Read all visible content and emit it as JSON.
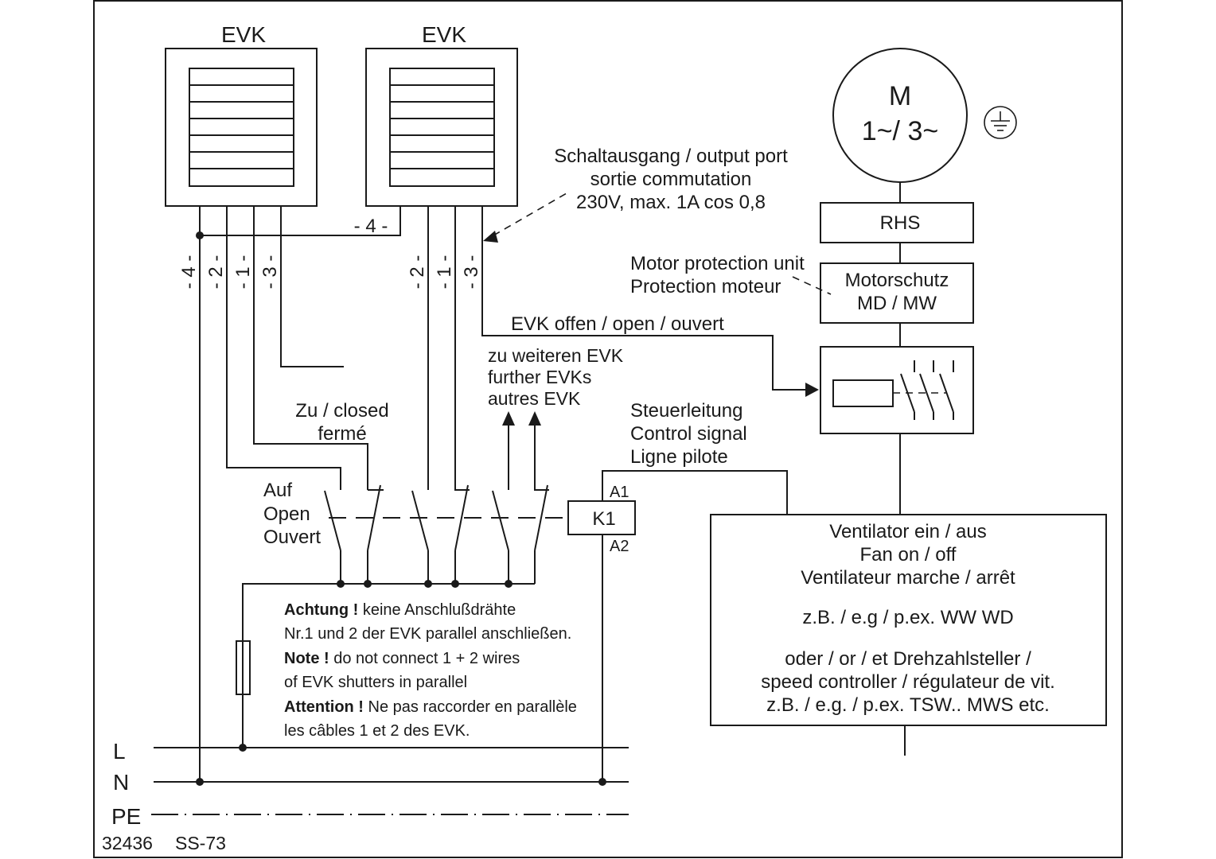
{
  "diagram": {
    "evk_units": [
      {
        "label": "EVK",
        "wire_labels": [
          "- 4 -",
          "- 2 -",
          "- 1 -",
          "- 3 -"
        ]
      },
      {
        "label": "EVK",
        "wire_labels": [
          "- 2 -",
          "- 1 -",
          "- 3 -"
        ]
      }
    ],
    "wire4_label": "- 4 -",
    "output_port": {
      "lines": [
        "Schaltausgang / output port",
        "sortie commutation",
        "230V, max. 1A cos 0,8"
      ]
    },
    "motor": {
      "line1": "M",
      "line2": "1~/ 3~",
      "ground_icon": "protective-earth"
    },
    "rhs": {
      "label": "RHS"
    },
    "motor_protection": {
      "callout": [
        "Motor protection unit",
        "Protection moteur"
      ],
      "box": [
        "Motorschutz",
        "MD / MW"
      ]
    },
    "evk_open_label": "EVK  offen / open / ouvert",
    "further_evk": [
      "zu weiteren EVK",
      "further EVKs",
      "autres EVK"
    ],
    "closed_label": [
      "Zu / closed",
      "fermé"
    ],
    "open_label": [
      "Auf",
      "Open",
      "Ouvert"
    ],
    "control_signal": [
      "Steuerleitung",
      "Control signal",
      "Ligne pilote"
    ],
    "relay": {
      "name": "K1",
      "terminal_a1": "A1",
      "terminal_a2": "A2"
    },
    "fan_box": {
      "lines": [
        "Ventilator  ein / aus",
        "Fan  on / off",
        "Ventilateur  marche / arrêt",
        "z.B. / e.g / p.ex.  WW   WD",
        "oder / or / et  Drehzahlsteller /",
        "speed controller / régulateur de vit.",
        "z.B. / e.g. / p.ex.  TSW.. MWS   etc."
      ]
    },
    "warning": [
      {
        "bold": "Achtung !",
        "text": " keine Anschlußdrähte"
      },
      {
        "bold": "",
        "text": "Nr.1 und 2 der EVK parallel anschließen."
      },
      {
        "bold": "Note !",
        "text": " do not connect  1 + 2 wires"
      },
      {
        "bold": "",
        "text": "of EVK shutters in parallel"
      },
      {
        "bold": "Attention !",
        "text": " Ne pas raccorder en parallèle"
      },
      {
        "bold": "",
        "text": "les câbles 1 et 2 des EVK."
      }
    ],
    "bus_lines": [
      "L",
      "N",
      "PE"
    ],
    "footer": {
      "code": "32436",
      "ref": "SS-73"
    }
  }
}
